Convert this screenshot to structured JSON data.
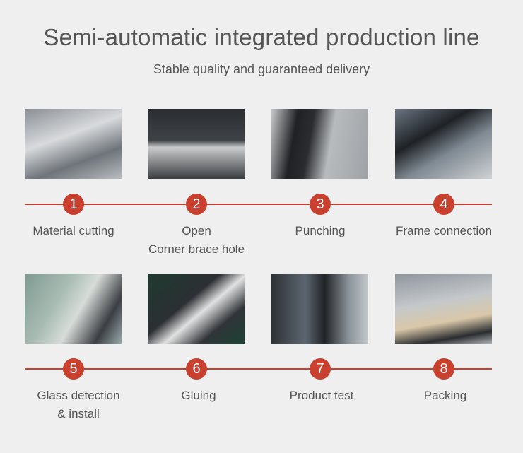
{
  "header": {
    "title": "Semi-automatic integrated production line",
    "subtitle": "Stable quality and guaranteed delivery"
  },
  "accent_color": "#c9402f",
  "steps": [
    {
      "number": "1",
      "label": "Material cutting"
    },
    {
      "number": "2",
      "label_line1": "Open",
      "label_line2": "Corner brace hole"
    },
    {
      "number": "3",
      "label": "Punching"
    },
    {
      "number": "4",
      "label": "Frame connection"
    },
    {
      "number": "5",
      "label_line1": "Glass detection",
      "label_line2": "& install"
    },
    {
      "number": "6",
      "label": "Gluing"
    },
    {
      "number": "7",
      "label": "Product test"
    },
    {
      "number": "8",
      "label": "Packing"
    }
  ]
}
